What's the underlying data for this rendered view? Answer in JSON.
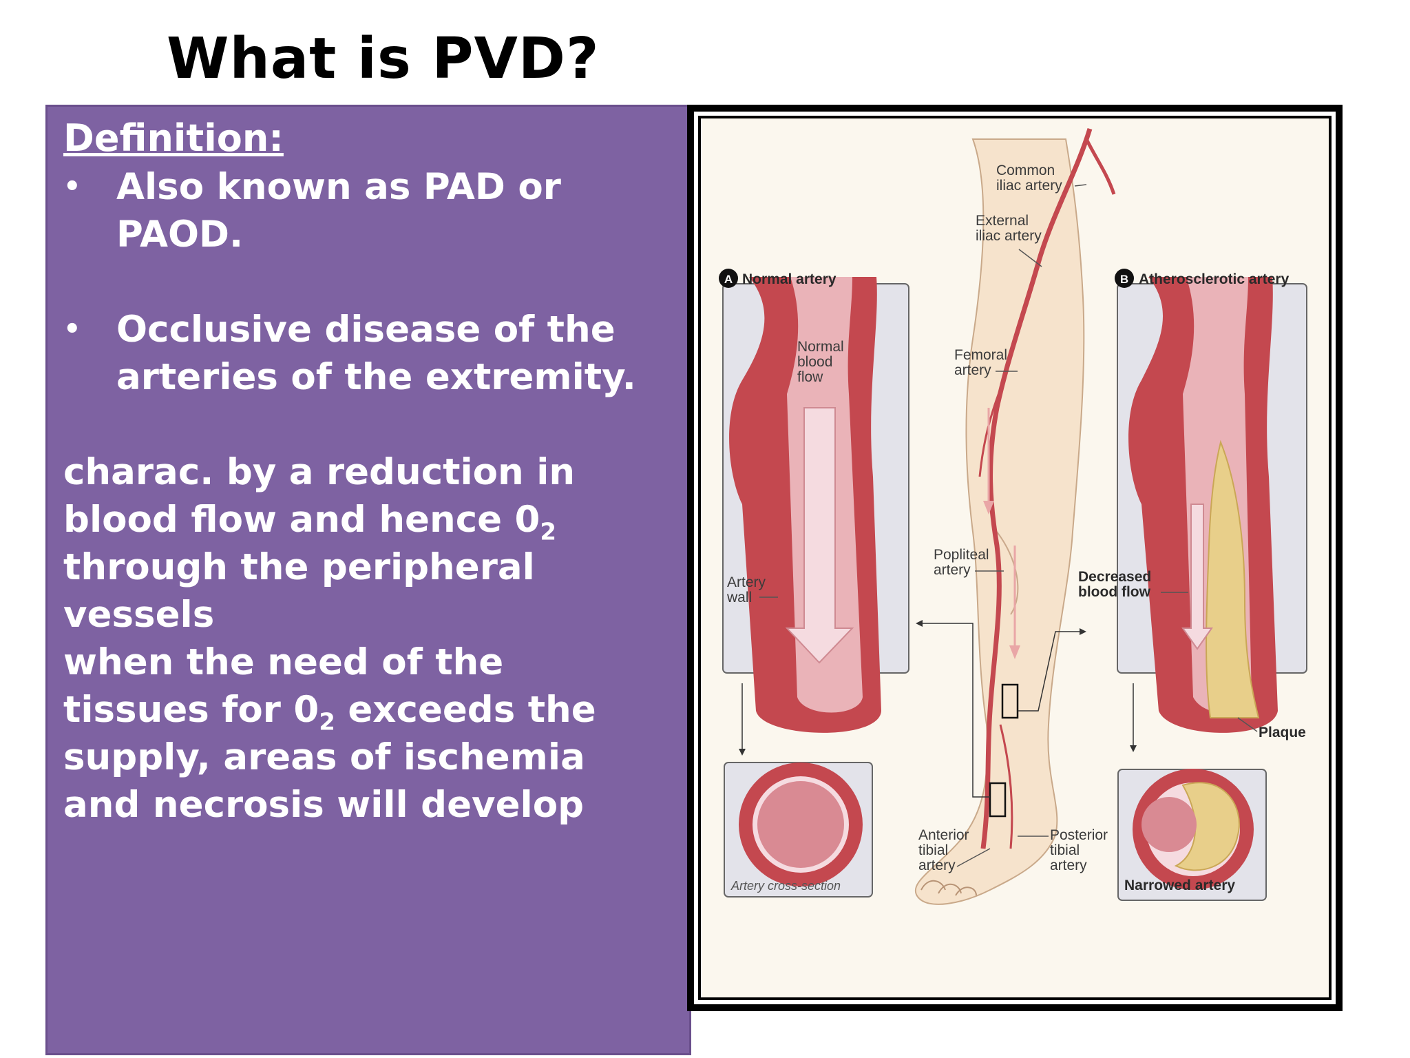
{
  "slide": {
    "title": "What is PVD?",
    "definition": {
      "heading": "Definition:",
      "bullets": [
        {
          "line1": "Also known as PAD or",
          "line2": "PAOD."
        },
        {
          "line1": "Occlusive disease of  the",
          "line2": "arteries of  the extremity."
        }
      ],
      "body": {
        "l1": "charac. by a reduction in",
        "l2a": "blood flow and hence 0",
        "l2sub": "2",
        "l3": "through the peripheral",
        "l4": "vessels",
        "l5": "when the need of  the",
        "l6a": "tissues for 0",
        "l6sub": "2",
        "l6b": " exceeds the",
        "l7": "supply, areas of  ischemia",
        "l8": "and necrosis will develop"
      }
    }
  },
  "figure": {
    "normal_artery_title": "Normal artery",
    "normal_badge": "A",
    "athero_artery_title": "Atherosclerotic artery",
    "athero_badge": "B",
    "common_iliac_1": "Common",
    "common_iliac_2": "iliac artery",
    "external_iliac_1": "External",
    "external_iliac_2": "iliac artery",
    "femoral_1": "Femoral",
    "femoral_2": "artery",
    "popliteal_1": "Popliteal",
    "popliteal_2": "artery",
    "normal_flow_1": "Normal",
    "normal_flow_2": "blood",
    "normal_flow_3": "flow",
    "artery_wall_1": "Artery",
    "artery_wall_2": "wall",
    "decreased_flow_1": "Decreased",
    "decreased_flow_2": "blood flow",
    "plaque": "Plaque",
    "anterior_tibial_1": "Anterior",
    "anterior_tibial_2": "tibial",
    "anterior_tibial_3": "artery",
    "posterior_tibial_1": "Posterior",
    "posterior_tibial_2": "tibial",
    "posterior_tibial_3": "artery",
    "cross_section": "Artery cross-section",
    "narrowed_artery": "Narrowed artery"
  },
  "colors": {
    "panel": "#7e62a2",
    "artery": "#c4484f",
    "skin": "#f6e3cc",
    "plaque": "#e8cf8a"
  }
}
